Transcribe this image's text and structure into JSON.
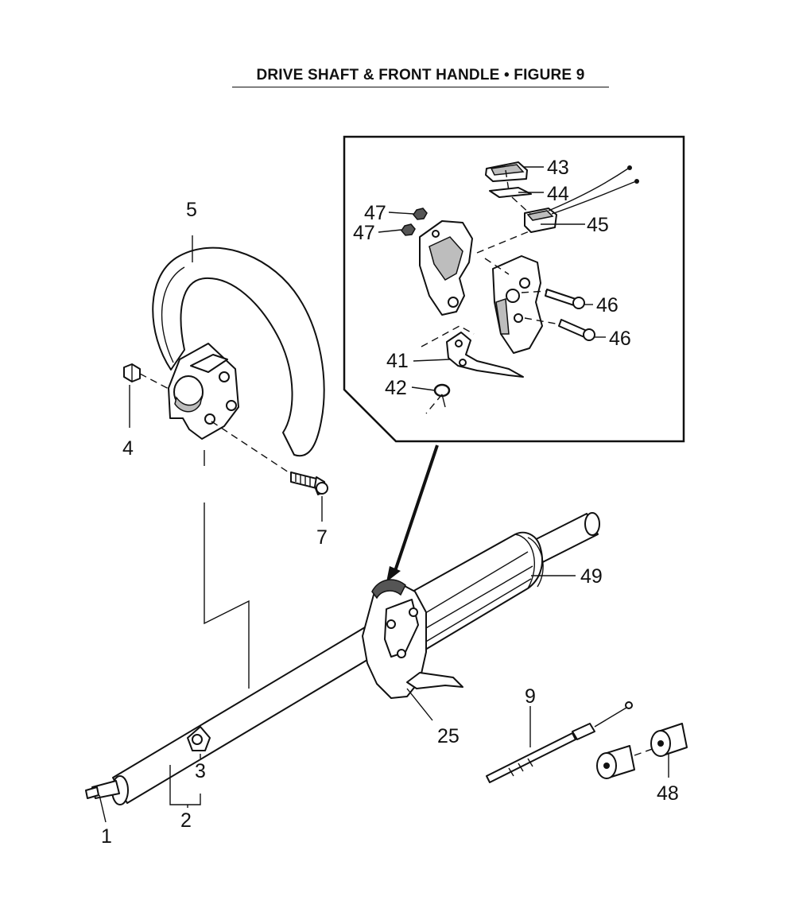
{
  "title": "DRIVE SHAFT & FRONT HANDLE  •  FIGURE 9",
  "callouts": {
    "c1": "1",
    "c2": "2",
    "c3": "3",
    "c4": "4",
    "c5": "5",
    "c7": "7",
    "c9": "9",
    "c25": "25",
    "c41": "41",
    "c42": "42",
    "c43": "43",
    "c44": "44",
    "c45": "45",
    "c46a": "46",
    "c46b": "46",
    "c47a": "47",
    "c47b": "47",
    "c48": "48",
    "c49": "49"
  }
}
